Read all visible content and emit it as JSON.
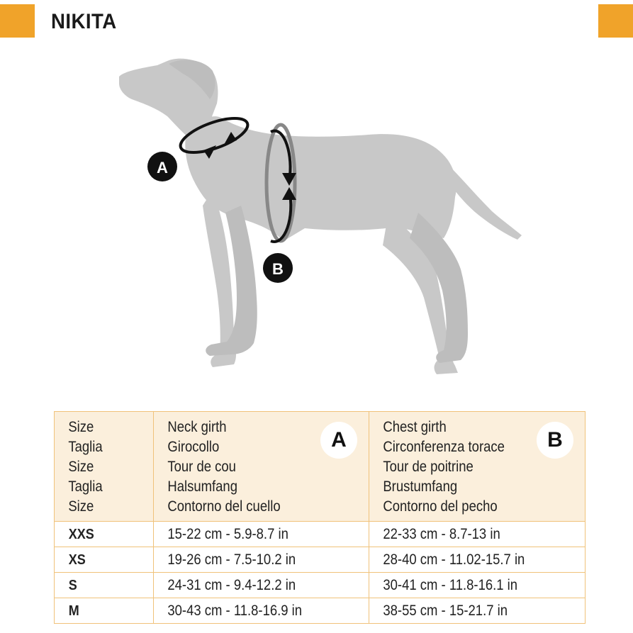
{
  "title": "NIKITA",
  "colors": {
    "accent": "#f0a32a",
    "table_border": "#f0c27a",
    "header_bg": "#fbefdc",
    "dog": "#c8c8c8"
  },
  "icons": [
    "dog-silhouette",
    "neck-girth-arrow",
    "chest-girth-arrow"
  ],
  "markers": {
    "a": "A",
    "b": "B"
  },
  "table": {
    "header": {
      "size_lines": [
        "Size",
        "Taglia",
        "Size",
        "Taglia",
        "Size"
      ],
      "neck_lines": [
        "Neck girth",
        "Girocollo",
        "Tour de cou",
        "Halsumfang",
        "Contorno del cuello"
      ],
      "neck_badge": "A",
      "chest_lines": [
        "Chest girth",
        "Circonferenza torace",
        "Tour de poitrine",
        "Brustumfang",
        "Contorno del pecho"
      ],
      "chest_badge": "B"
    },
    "rows": [
      {
        "size": "XXS",
        "neck": "15-22 cm - 5.9-8.7 in",
        "chest": "22-33 cm - 8.7-13 in"
      },
      {
        "size": "XS",
        "neck": "19-26 cm - 7.5-10.2 in",
        "chest": "28-40 cm - 11.02-15.7 in"
      },
      {
        "size": "S",
        "neck": "24-31 cm - 9.4-12.2 in",
        "chest": "30-41 cm - 11.8-16.1 in"
      },
      {
        "size": "M",
        "neck": "30-43 cm - 11.8-16.9 in",
        "chest": "38-55 cm - 15-21.7 in"
      }
    ]
  }
}
